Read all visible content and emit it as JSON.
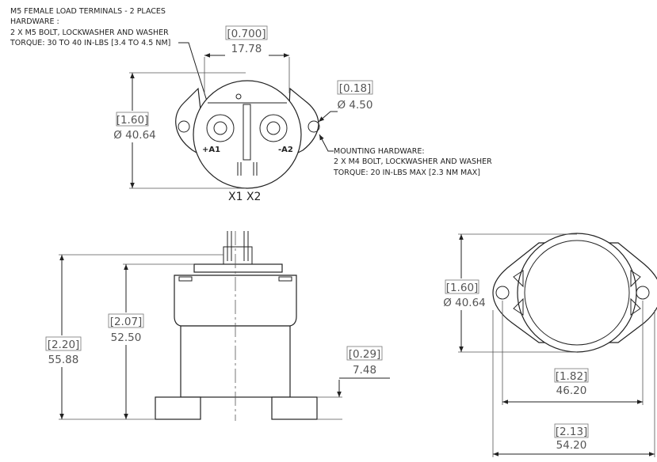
{
  "notes": {
    "load_terminals": [
      "M5 FEMALE LOAD TERMINALS - 2 PLACES",
      "HARDWARE :",
      "2 X M5 BOLT, LOCKWASHER AND WASHER",
      "TORQUE: 30 TO 40 IN-LBS [3.4 TO 4.5 NM]"
    ],
    "mounting_hardware": [
      "MOUNTING HARDWARE:",
      "2 X M4 BOLT, LOCKWASHER AND WASHER",
      "TORQUE: 20 IN-LBS MAX [2.3 NM MAX]"
    ]
  },
  "dims": {
    "terminal_spacing": {
      "inch": "[0.700]",
      "mm": "17.78"
    },
    "hole_dia": {
      "inch": "[0.18]",
      "mm": "Ø 4.50"
    },
    "top_dia": {
      "inch": "[1.60]",
      "mm": "Ø 40.64"
    },
    "total_height": {
      "inch": "[2.20]",
      "mm": "55.88"
    },
    "body_height": {
      "inch": "[2.07]",
      "mm": "52.50"
    },
    "flange": {
      "inch": "[0.29]",
      "mm": "7.48"
    },
    "bottom_dia": {
      "inch": "[1.60]",
      "mm": "Ø 40.64"
    },
    "hole_spacing": {
      "inch": "[1.82]",
      "mm": "46.20"
    },
    "flange_width": {
      "inch": "[2.13]",
      "mm": "54.20"
    }
  },
  "labels": {
    "pos_terminal": "+A1",
    "neg_terminal": "-A2",
    "coil": "X1  X2"
  }
}
